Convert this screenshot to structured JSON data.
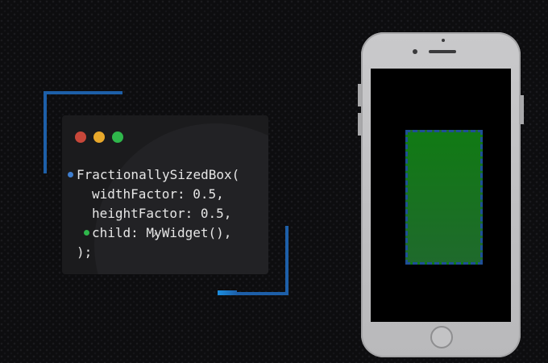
{
  "code": {
    "line1": "FractionallySizedBox(",
    "line2": "widthFactor: 0.5,",
    "line3": "heightFactor: 0.5,",
    "line4": "child: MyWidget(),",
    "line5": ");"
  },
  "colors": {
    "accent_blue": "#1d5fa8",
    "window_red": "#c8473a",
    "window_yellow": "#e8a82b",
    "window_green": "#2fb74b",
    "widget_green": "#117a14",
    "phone_body": "#c9c9cb"
  }
}
